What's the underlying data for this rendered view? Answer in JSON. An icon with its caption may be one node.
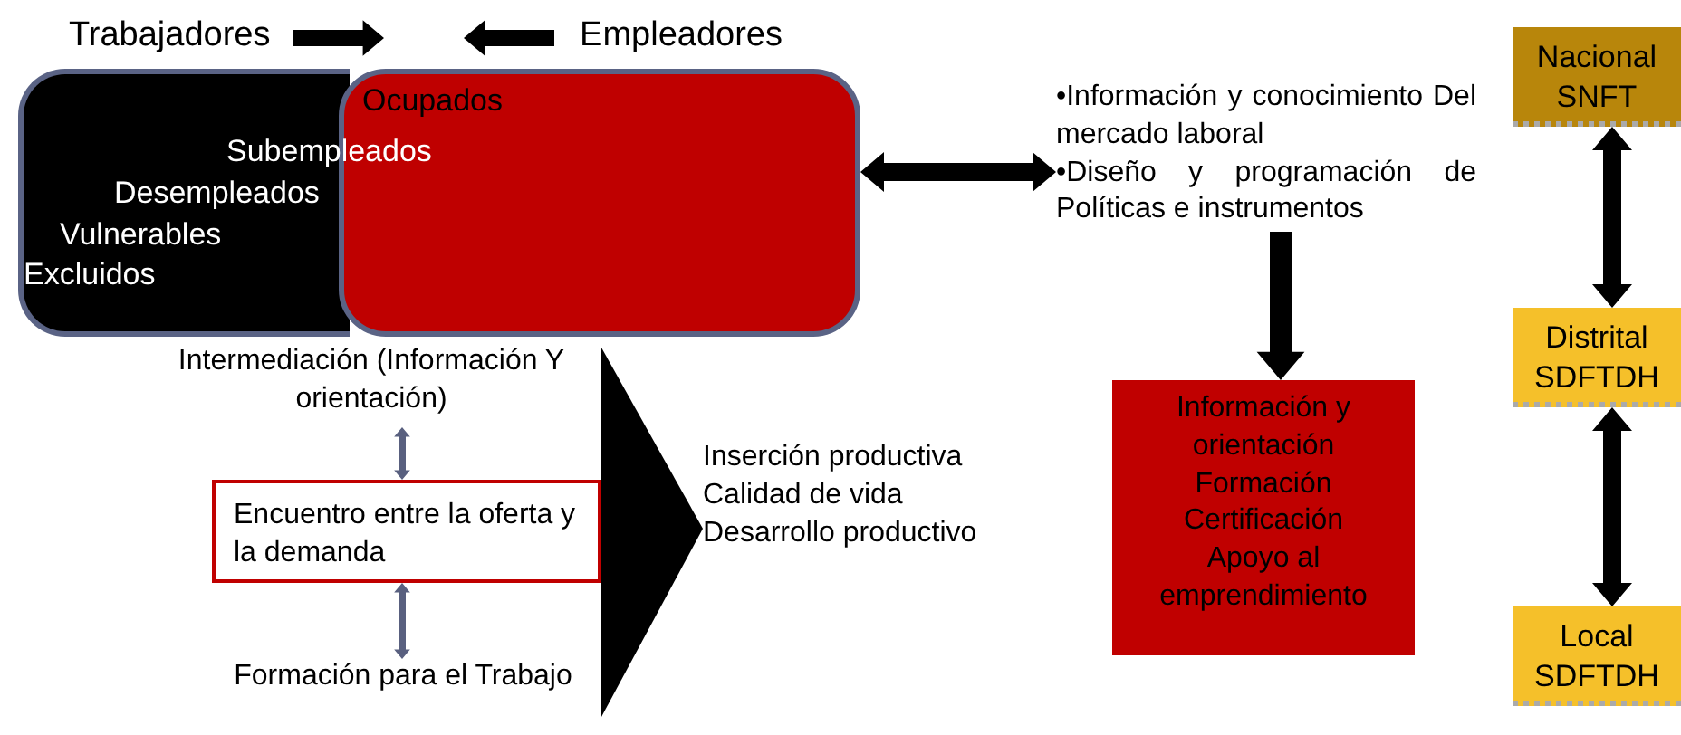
{
  "diagram": {
    "nodes": [
      {
        "text": [
          "Trabajadores"
        ]
      },
      {
        "text": [
          "Empleadores"
        ]
      },
      {
        "text": [
          "Subempleados",
          "Desempleados",
          "Vulnerables",
          "Excluidos"
        ]
      },
      {
        "text": [
          "Ocupados"
        ]
      },
      {
        "text": [
          "•Información y conocimiento Del mercado laboral",
          "•Diseño y programación de Políticas e instrumentos"
        ]
      },
      {
        "text": [
          "Información y orientación",
          "Formación",
          "Certificación",
          "Apoyo al emprendimiento"
        ]
      },
      {
        "text": [
          "Nacional SNFT"
        ]
      },
      {
        "text": [
          "Distrital SDFTDH"
        ]
      },
      {
        "text": [
          "Local SDFTDH"
        ]
      },
      {
        "text": [
          "Intermediación (Información Y orientación)"
        ]
      },
      {
        "text": [
          "Encuentro entre la oferta y la demanda"
        ]
      },
      {
        "text": [
          "Formación para el Trabajo"
        ]
      },
      {
        "text": [
          "Inserción productiva",
          "Calidad de vida",
          "Desarrollo productivo"
        ]
      }
    ],
    "edges": [
      {
        "from": 0,
        "to": null,
        "arrow": "to"
      },
      {
        "from": 1,
        "to": null,
        "arrow": "to"
      },
      {
        "from": 3,
        "to": 4,
        "arrow": "both"
      },
      {
        "from": 4,
        "to": 5,
        "arrow": "to"
      },
      {
        "from": 6,
        "to": 7,
        "arrow": "both"
      },
      {
        "from": 7,
        "to": 8,
        "arrow": "both"
      },
      {
        "from": 9,
        "to": 10,
        "arrow": "both",
        "color": "#59607f"
      },
      {
        "from": 10,
        "to": 11,
        "arrow": "both",
        "color": "#59607f"
      },
      {
        "from": 10,
        "to": 12,
        "arrow": "to"
      }
    ]
  }
}
